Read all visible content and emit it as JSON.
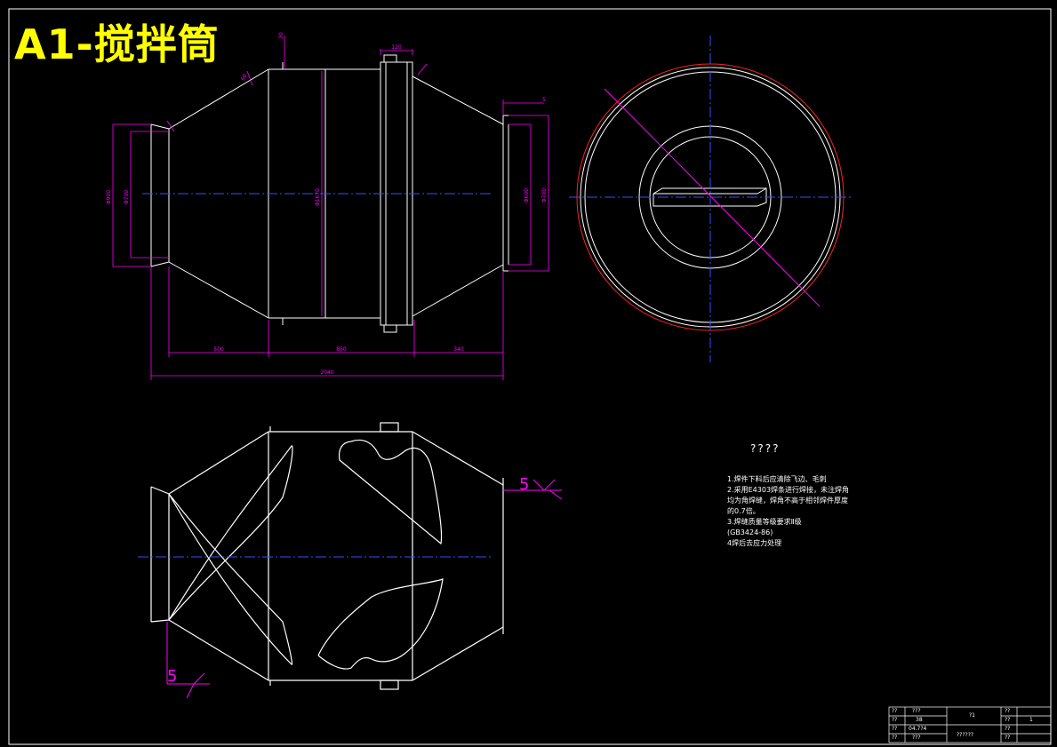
{
  "title": "A1-搅拌筒",
  "dimensions": {
    "d30": "30",
    "d120": "120",
    "d5": "5",
    "d60": "60",
    "dia_left_outer": "Φ900",
    "dia_left_inner": "Φ700",
    "dia_center": "Φ1670",
    "dia_right_inner": "Φ600",
    "dia_right_outer": "Φ700",
    "len_left": "500",
    "len_mid": "850",
    "len_right": "340",
    "len_total": "2040"
  },
  "weld_symbol": {
    "left_value": "5",
    "right_value": "5"
  },
  "notes": {
    "title": "????",
    "lines": [
      "1.焊件下料后应清除飞边、毛刺",
      "2.采用E4303焊条进行焊接，未注焊角",
      "均为角焊缝，焊角不高于相邻焊件厚度",
      "的0.7倍。",
      "3.焊缝质量等级要求Ⅱ级",
      "(GB3424-86)",
      "4焊后去应力处理"
    ]
  },
  "title_block": {
    "r1c1": "??",
    "r1c2": "???",
    "r2c1": "??",
    "r2c2": "38",
    "r3c1": "??",
    "r3c2": "04.7?4",
    "r4c1": "??",
    "r4c2": "???",
    "name": "?1",
    "drawing_no": "??????",
    "right_1": "??",
    "right_2": "??",
    "right_3": "??",
    "right_4": "??",
    "scale": "1"
  },
  "colors": {
    "background": "#000000",
    "outline": "#ffffff",
    "dimension": "#ff00ff",
    "centerline": "#0000ff",
    "title": "#ffff00",
    "highlight": "#ff0000"
  }
}
